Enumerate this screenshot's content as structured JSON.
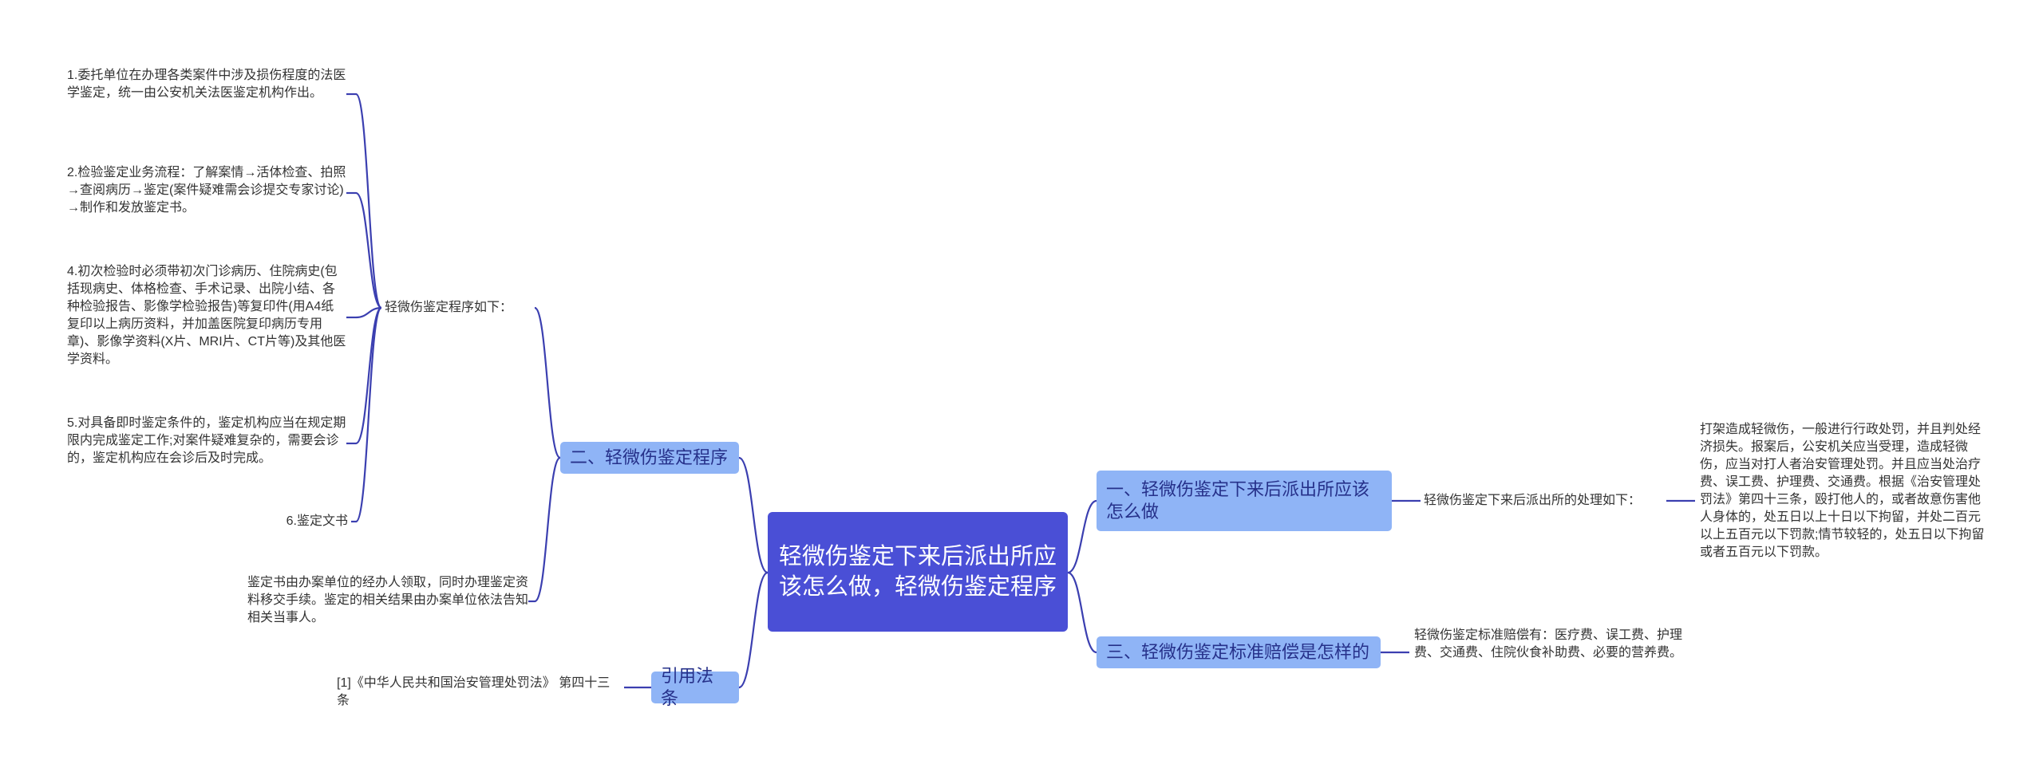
{
  "root": {
    "title": "轻微伤鉴定下来后派出所应该怎么做，轻微伤鉴定程序"
  },
  "left": {
    "procedure": {
      "label": "二、轻微伤鉴定程序",
      "sub_label": "轻微伤鉴定程序如下：",
      "items": [
        "1.委托单位在办理各类案件中涉及损伤程度的法医学鉴定，统一由公安机关法医鉴定机构作出。",
        "2.检验鉴定业务流程：了解案情→活体检查、拍照→查阅病历→鉴定(案件疑难需会诊提交专家讨论)→制作和发放鉴定书。",
        "4.初次检验时必须带初次门诊病历、住院病史(包括现病史、体格检查、手术记录、出院小结、各种检验报告、影像学检验报告)等复印件(用A4纸复印以上病历资料，并加盖医院复印病历专用章)、影像学资料(X片、MRI片、CT片等)及其他医学资料。",
        "5.对具备即时鉴定条件的，鉴定机构应当在规定期限内完成鉴定工作;对案件疑难复杂的，需要会诊的，鉴定机构应在会诊后及时完成。",
        "6.鉴定文书"
      ],
      "note": "鉴定书由办案单位的经办人领取，同时办理鉴定资料移交手续。鉴定的相关结果由办案单位依法告知相关当事人。"
    },
    "law": {
      "label": "引用法条",
      "item": "[1]《中华人民共和国治安管理处罚法》 第四十三条"
    }
  },
  "right": {
    "police": {
      "label": "一、轻微伤鉴定下来后派出所应该怎么做",
      "sub_label": "轻微伤鉴定下来后派出所的处理如下：",
      "detail": "打架造成轻微伤，一般进行行政处罚，并且判处经济损失。报案后，公安机关应当受理，造成轻微伤，应当对打人者治安管理处罚。并且应当处治疗费、误工费、护理费、交通费。根据《治安管理处罚法》第四十三条，殴打他人的，或者故意伤害他人身体的，处五日以上十日以下拘留，并处二百元以上五百元以下罚款;情节较轻的，处五日以下拘留或者五百元以下罚款。"
    },
    "compensation": {
      "label": "三、轻微伤鉴定标准赔偿是怎样的",
      "detail": "轻微伤鉴定标准赔偿有：医疗费、误工费、护理费、交通费、住院伙食补助费、必要的营养费。"
    }
  },
  "colors": {
    "root": "#4a4fd6",
    "branch": "#8fb4f6",
    "line": "#3b3fb0"
  }
}
